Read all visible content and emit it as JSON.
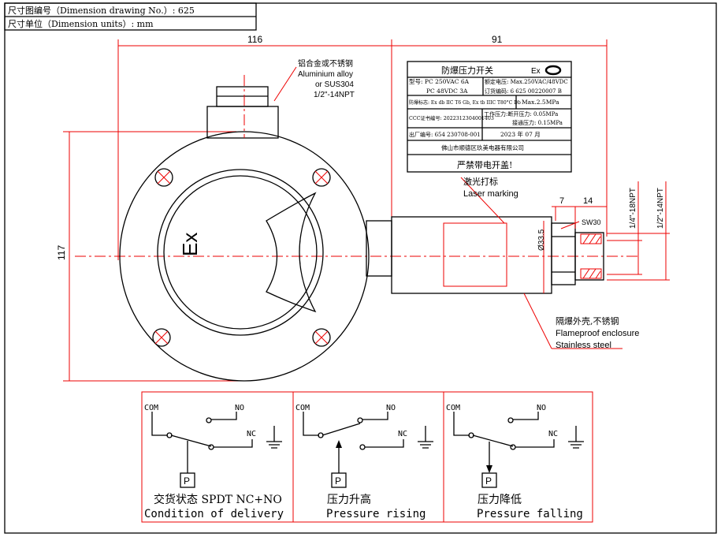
{
  "title_block": {
    "drawing_no": "尺寸图编号（Dimension drawing No.）: 625",
    "units": "尺寸单位（Dimension units）: mm"
  },
  "dimensions": {
    "width_left": "116",
    "width_right": "91",
    "height": "117",
    "nut_width": "7",
    "fitting_len": "14",
    "wrench": "SW30",
    "diameter": "Ø33.5",
    "inner_thread": "1/4\"-18NPT",
    "outer_thread": "1/2\"-14NPT"
  },
  "callouts": {
    "housing_cn": "铝合金或不锈钢",
    "housing_en1": "Aluminium alloy",
    "housing_en2": "or SUS304",
    "housing_thread": "1/2\"-14NPT",
    "laser_cn": "激光打标",
    "laser_en": "Laser marking",
    "enclosure_cn": "隔爆外壳,不锈钢",
    "enclosure_en1": "Flameproof enclosure",
    "enclosure_en2": "Stainless steel",
    "ex_mark": "Ex"
  },
  "nameplate": {
    "title": "防爆压力开关",
    "ex": "Ex",
    "ccc": "CCC",
    "model1": "型号: PC 250VAC 6A",
    "model2": "PC 48VDC 3A",
    "rated1": "额定电压: Max.250VAC/48VDC",
    "order": "订货编码: 6 625 00220007 B",
    "exmark": "防爆标志: Ex db IIC T6 Gb, Ex tb IIIC T80°C Db",
    "maxp": "Max.2.5MPa",
    "ccc_no": "CCC证书编号: 2022312304001403",
    "work1": "工作压力:断开压力: 0.05MPa",
    "work2": "接通压力: 0.15MPa",
    "serial": "出厂编号: 654 230708-001",
    "date": "2023 年  07  月",
    "company": "佛山市顺德区玖美电器有限公司",
    "warning": "严禁带电开盖!"
  },
  "schematics": [
    {
      "com": "COM",
      "no": "NO",
      "nc": "NC",
      "p": "P",
      "cn": "交货状态 SPDT NC+NO",
      "en": "Condition of delivery"
    },
    {
      "com": "COM",
      "no": "NO",
      "nc": "NC",
      "p": "P",
      "cn": "压力升高",
      "en": "Pressure rising"
    },
    {
      "com": "COM",
      "no": "NO",
      "nc": "NC",
      "p": "P",
      "cn": "压力降低",
      "en": "Pressure falling"
    }
  ]
}
